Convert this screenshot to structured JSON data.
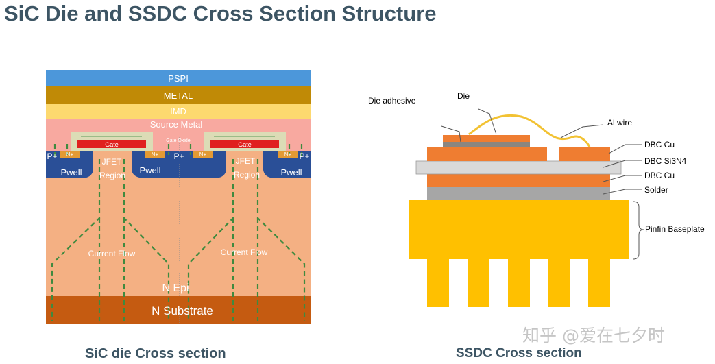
{
  "title": "SiC Die and SSDC Cross Section Structure",
  "sic_die": {
    "caption": "SiC die Cross section",
    "colors": {
      "pspi": "#4c97da",
      "metal": "#c08a06",
      "imd": "#fdd96f",
      "source_metal": "#f8a9a0",
      "gate_oxide": "#dcdcb6",
      "gate": "#e0201f",
      "n_plus": "#e39a34",
      "pwell": "#2a4f97",
      "n_epi": "#f4b083",
      "n_substrate": "#c55b11",
      "current_flow": "#3f8a3f"
    },
    "labels": {
      "pspi": "PSPI",
      "metal": "METAL",
      "imd": "IMD",
      "source_metal": "Source Metal",
      "gate": "Gate",
      "gate_oxide": "Gate Oxide",
      "n_plus": "N+",
      "p_plus": "P+",
      "pwell": "Pwell",
      "jfet_line1": "JFET",
      "jfet_line2": "Region",
      "current_flow": "Current Flow",
      "n_epi": "N Epi",
      "n_substrate": "N Substrate"
    }
  },
  "ssdc": {
    "caption": "SSDC Cross section",
    "colors": {
      "dbc_cu": "#ef7d31",
      "die": "#ef7d31",
      "die_adhesive": "#8b8680",
      "si3n4": "#d9d9d9",
      "solder": "#a6a6a6",
      "baseplate": "#ffc000",
      "wire": "#f2c233"
    },
    "labels": {
      "die_adhesive": "Die adhesive",
      "die": "Die",
      "al_wire": "Al wire",
      "dbc_cu_top": "DBC Cu",
      "dbc_si3n4": "DBC Si3N4",
      "dbc_cu_bottom": "DBC Cu",
      "solder": "Solder",
      "pinfin_baseplate": "Pinfin Baseplate"
    }
  },
  "watermark": "知乎 @爱在七夕时"
}
